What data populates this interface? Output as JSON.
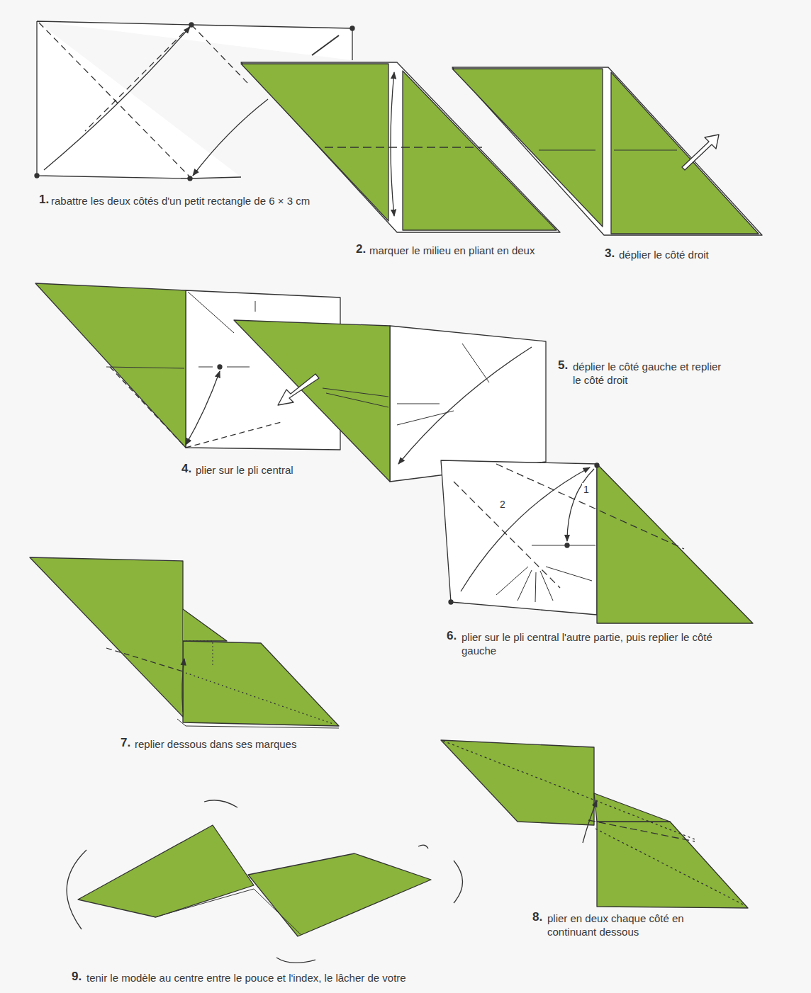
{
  "diagram": {
    "labels": [
      "1.",
      "rabattre les deux côtés d'un petit rectangle de 6 × 3 cm",
      "2.",
      "marquer le milieu en pliant en deux",
      "3.",
      "déplier le côté droit",
      "4.",
      "plier sur le pli central",
      "5.",
      "déplier le côté gauche et replier le côté droit",
      "6.",
      "plier sur le pli central l'autre partie, puis replier le côté gauche",
      "1",
      "2",
      "7.",
      "replier dessous dans ses marques",
      "8.",
      "plier en deux chaque côté en continuant dessous",
      "9.",
      "tenir le modèle au centre entre le pouce et l'index, le lâcher de votre"
    ]
  }
}
